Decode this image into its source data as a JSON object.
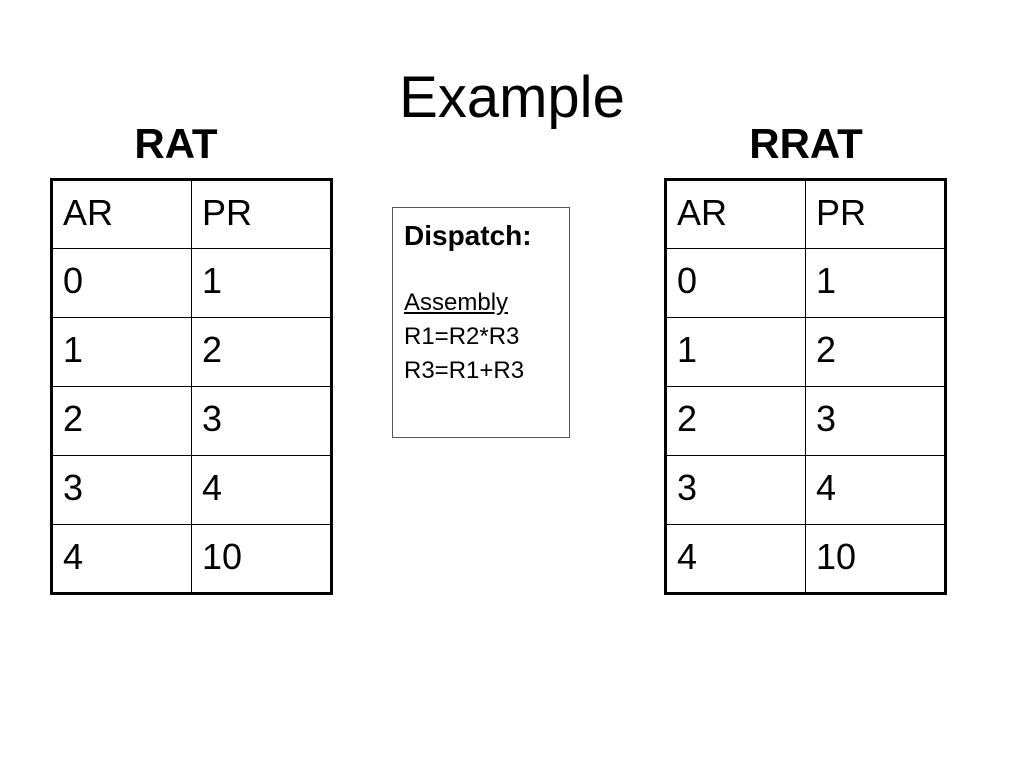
{
  "slide": {
    "title": "Example"
  },
  "rat": {
    "heading": "RAT",
    "columns": [
      "AR",
      "PR"
    ],
    "rows": [
      [
        "0",
        "1"
      ],
      [
        "1",
        "2"
      ],
      [
        "2",
        "3"
      ],
      [
        "3",
        "4"
      ],
      [
        "4",
        "10"
      ]
    ]
  },
  "rrat": {
    "heading": "RRAT",
    "columns": [
      "AR",
      "PR"
    ],
    "rows": [
      [
        "0",
        "1"
      ],
      [
        "1",
        "2"
      ],
      [
        "2",
        "3"
      ],
      [
        "3",
        "4"
      ],
      [
        "4",
        "10"
      ]
    ]
  },
  "dispatch": {
    "heading": "Dispatch:",
    "assembly_label": "Assembly",
    "instructions": [
      "R1=R2*R3",
      "R3=R1+R3"
    ]
  }
}
